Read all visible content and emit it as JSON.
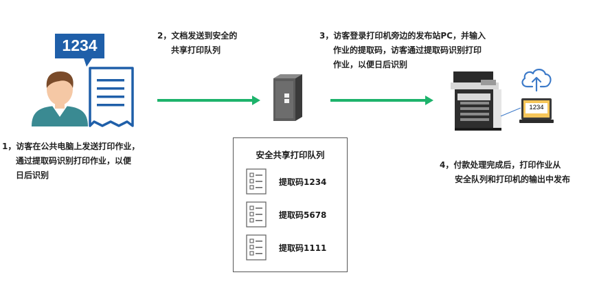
{
  "person": {
    "bubble_code": "1234"
  },
  "steps": [
    {
      "lines": [
        "1，访客在公共电脑上发送打印作业，",
        "通过提取码识别打印作业，以便",
        "日后识别"
      ]
    },
    {
      "lines": [
        "2，文档发送到安全的",
        "共享打印队列"
      ]
    },
    {
      "lines": [
        "3，访客登录打印机旁边的发布站PC，并输入",
        "作业的提取码，访客通过提取码识别打印",
        "作业，以便日后识别"
      ]
    },
    {
      "lines": [
        "4，付款处理完成后，打印作业从",
        "安全队列和打印机的输出中发布"
      ]
    }
  ],
  "queue": {
    "title": "安全共享打印队列",
    "items": [
      {
        "label": "提取码1234"
      },
      {
        "label": "提取码5678"
      },
      {
        "label": "提取码1111"
      }
    ]
  },
  "release_station": {
    "screen_code": "1234"
  },
  "colors": {
    "arrow": "#1db36b",
    "accent_blue": "#1f5fa9",
    "person_shirt": "#3a8a92"
  }
}
